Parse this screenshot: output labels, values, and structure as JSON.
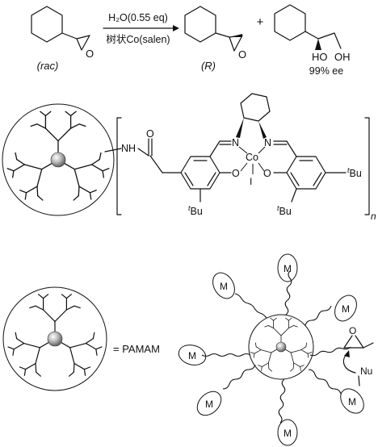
{
  "reaction": {
    "reagent_water": "H₂O(0.55 eq)",
    "reagent_catalyst": "树状Co(salen)",
    "label_racemic": "(rac)",
    "label_product": "(R)",
    "plus": "+",
    "ho_label": "HO",
    "oh_label": "OH",
    "ee_label": "99% ee"
  },
  "catalyst": {
    "nh": "NH",
    "o_carbonyl": "O",
    "n_left": "N",
    "n_right": "N",
    "co": "Co",
    "o_left": "O",
    "o_right": "O",
    "iodide": "I",
    "tbu_right": "tBu",
    "tbu_bottom_left": "tBu",
    "tbu_bottom_right": "tBu",
    "repeat": "n"
  },
  "legend": {
    "equals_label": "= PAMAM"
  },
  "assembly": {
    "metal_label": "M",
    "nu_label": "Nu",
    "o_label": "O"
  }
}
